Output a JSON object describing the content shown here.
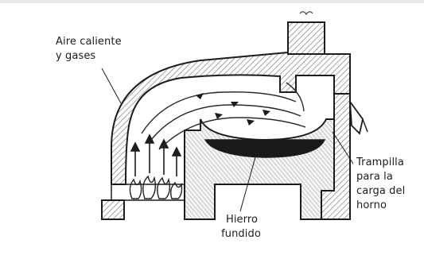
{
  "diagram": {
    "labels": {
      "hot_air_line1": "Aire caliente",
      "hot_air_line2": "y gases",
      "charge_door_line1": "Trampilla",
      "charge_door_line2": "para la",
      "charge_door_line3": "carga del",
      "charge_door_line4": "horno",
      "molten_iron_line1": "Hierro",
      "molten_iron_line2": "fundido"
    },
    "colors": {
      "ink": "#1c1c1c",
      "wall_hatch": "#8a8a8a",
      "molten": "#1a1a1a",
      "paper": "#ffffff"
    },
    "icons": {
      "flames": "flame-icon",
      "smoke": "smoke-icon"
    }
  }
}
